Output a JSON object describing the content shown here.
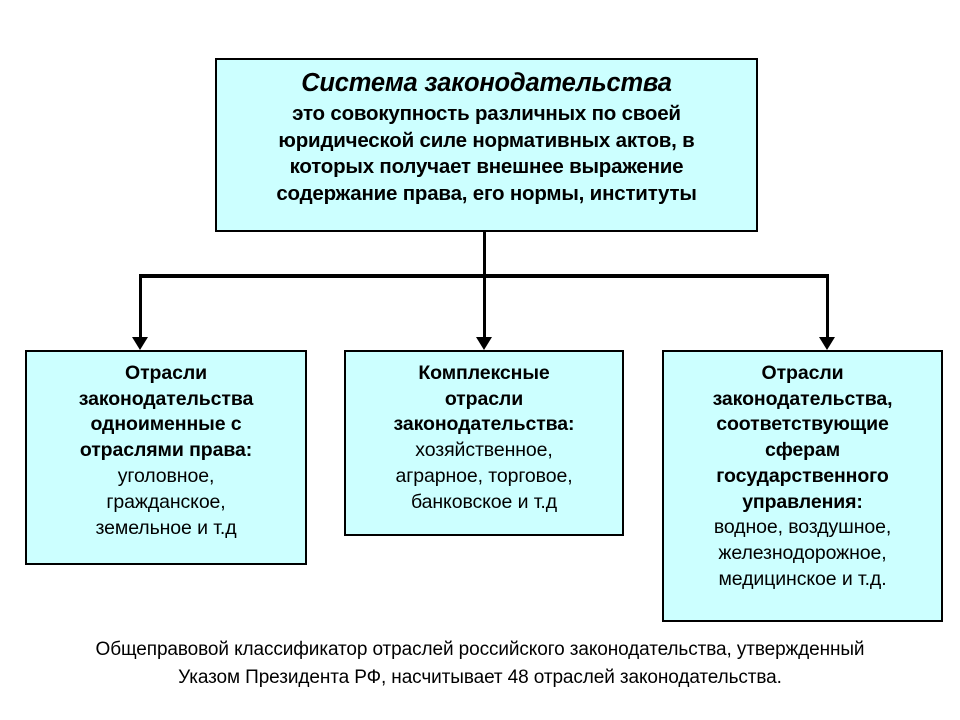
{
  "diagram": {
    "top_box": {
      "title": "Система законодательства",
      "body_lines": [
        "это совокупность различных по своей",
        "юридической силе нормативных актов, в",
        "которых получает внешнее выражение",
        "содержание права, его нормы, институты"
      ]
    },
    "branches": [
      {
        "id": "left",
        "lead_lines": [
          "Отрасли",
          "законодательства",
          "одноименные с",
          "отраслями права:"
        ],
        "item_lines": [
          "уголовное,",
          "гражданское,",
          "земельное и т.д"
        ]
      },
      {
        "id": "middle",
        "lead_lines": [
          "Комплексные",
          "отрасли",
          "законодательства:"
        ],
        "item_lines": [
          "хозяйственное,",
          "аграрное, торговое,",
          "банковское  и т.д"
        ]
      },
      {
        "id": "right",
        "lead_lines": [
          "Отрасли",
          "законодательства,",
          "соответствующие",
          "сферам",
          "государственного",
          "управления:"
        ],
        "item_lines": [
          "водное, воздушное,",
          "железнодорожное,",
          "медицинское и т.д."
        ]
      }
    ],
    "caption_lines": [
      "Общеправовой  классификатор  отраслей российского законодательства, утвержденный",
      "Указом Президента РФ, насчитывает 48 отраслей законодательства."
    ],
    "colors": {
      "box_fill": "#ccffff",
      "box_border": "#000000",
      "connector": "#000000",
      "text": "#000000",
      "background": "#ffffff"
    }
  }
}
